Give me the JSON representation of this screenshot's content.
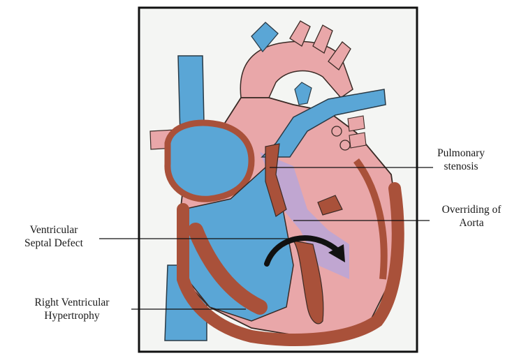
{
  "diagram": {
    "labels": {
      "pulmonary_stenosis": {
        "line1": "Pulmonary",
        "line2": "stenosis"
      },
      "overriding_aorta": {
        "line1": "Overriding of",
        "line2": "Aorta"
      },
      "vsd": {
        "line1": "Ventricular",
        "line2": "Septal Defect"
      },
      "rvh": {
        "line1": "Right Ventricular",
        "line2": "Hypertrophy"
      }
    },
    "colors": {
      "paper": "#f4f5f3",
      "frame": "#111111",
      "oxygenated": "#e9a7a9",
      "deoxygenated": "#5aa6d6",
      "mixed": "#b9a6d8",
      "muscle": "#a9513a",
      "outline": "#3a2a25"
    }
  }
}
